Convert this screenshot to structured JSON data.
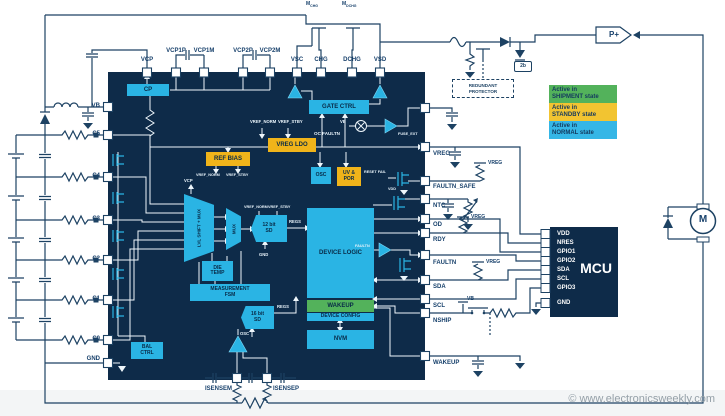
{
  "watermark": "© www.electronicsweekly.com",
  "colors": {
    "wire": "#1d4263",
    "chip_bg": "#0e2b49",
    "cyan": "#2ab4e4",
    "yellow": "#f0b41a",
    "green": "#53b25b",
    "legend_green": "#53b25b",
    "legend_yellow": "#f2c431",
    "legend_cyan": "#35b6e6"
  },
  "legend": {
    "items": [
      {
        "line1": "Active in",
        "line2": "SHIPMENT state"
      },
      {
        "line1": "Active in",
        "line2": "STANDBY state"
      },
      {
        "line1": "Active in",
        "line2": "NORMAL state"
      }
    ]
  },
  "chip": {
    "top_pins": {
      "vcp": "VCP",
      "vcp1p": "VCP1P",
      "vcp1m": "VCP1M",
      "vcp2p": "VCP2P",
      "vcp2m": "VCP2M",
      "vsc": "VSC",
      "chg": "CHG",
      "dchg": "DCHG",
      "vsd": "VSD"
    },
    "left_pins": {
      "vb": "VB",
      "c5": "C5",
      "c4": "C4",
      "c3": "C3",
      "c2": "C2",
      "c1": "C1",
      "c0": "C0",
      "gnd": "GND"
    },
    "right_pins": {
      "vreg": "VREG",
      "faultn_safe": "FAULTN_SAFE",
      "ntc": "NTC",
      "od": "OD",
      "rdy": "RDY",
      "faultn": "FAULTN",
      "sda": "SDA",
      "scl": "SCL",
      "nship": "NSHIP",
      "wakeup": "WAKEUP"
    },
    "bottom_pins": {
      "isensem": "ISENSEM",
      "isensep": "ISENSEP"
    },
    "blocks": {
      "cp": "CP",
      "gate_ctrl": "GATE CTRL",
      "vreg_ldo": "VREG LDO",
      "ref_bias": "REF BIAS",
      "osc": "OSC",
      "uv_por_1": "UV &",
      "uv_por_2": "POR",
      "lvl_mux": "LVL SHIFT + MUX",
      "mux": "MUX",
      "adc12_1": "12 bit",
      "adc12_2": "SD",
      "adc16_1": "16 bit",
      "adc16_2": "SD",
      "die_temp_1": "DIE",
      "die_temp_2": "TEMP",
      "fsm_1": "MEASUREMENT",
      "fsm_2": "FSM",
      "device_logic": "DEVICE LOGIC",
      "wakeup": "WAKEUP",
      "device_config": "DEVICE CONFIG",
      "nvm": "NVM",
      "bal_1": "BAL",
      "bal_2": "CTRL"
    },
    "signals": {
      "vref_norm": "VREF_NORM",
      "vref_stby": "VREF_STBY",
      "oc_faultn": "OC FAULTN",
      "fuse_ext": "FUSE_EXT",
      "reset_fail": "RESET FAIL",
      "regs": "REGS",
      "gnd": "GND",
      "osc": "OSC",
      "vcp": "VCP",
      "vb": "VB",
      "vdd": "VDD",
      "vreg": "VREG",
      "faultn": "FAULTN"
    }
  },
  "external": {
    "m_base": "M",
    "m_chg_sub": "CHG",
    "m_dchg_sub": "DCHG",
    "p_plus": "P+",
    "motor": "M",
    "protector_1": "REDUNDANT",
    "protector_2": "PROTECTOR",
    "tag": "2b"
  },
  "mcu": {
    "label": "MCU",
    "pins": [
      "VDD",
      "NRES",
      "GPIO1",
      "GPIO2",
      "SDA",
      "SCL",
      "GPIO3",
      "GND"
    ]
  }
}
